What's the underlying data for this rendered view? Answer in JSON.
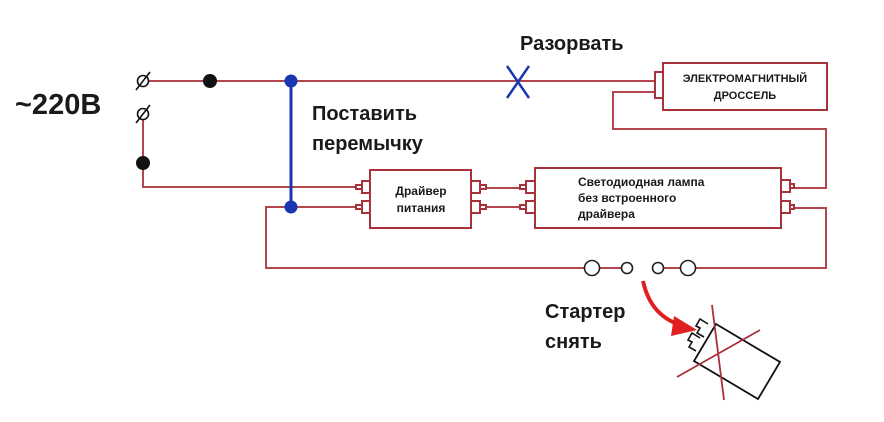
{
  "diagram": {
    "title": "LED lamp conversion wiring",
    "supply": {
      "label": "~220В"
    },
    "annotations": {
      "break": "Разорвать",
      "jumper_line1": "Поставить",
      "jumper_line2": "перемычку",
      "starter_line1": "Стартер",
      "starter_line2": "снять"
    },
    "components": {
      "choke": {
        "line1": "ЭЛЕКТРОМАГНИТНЫЙ",
        "line2": "ДРОССЕЛЬ"
      },
      "driver": {
        "line1": "Драйвер",
        "line2": "питания"
      },
      "lamp": {
        "line1": "Светодиодная лампа",
        "line2": "без встроенного",
        "line3": "драйвера"
      }
    },
    "colors": {
      "wire": "#b4454d",
      "jumper": "#1a36b0",
      "break_mark": "#1a36b0",
      "arrow": "#e02020",
      "cross_out": "#a8323c",
      "terminal": "#111111"
    }
  }
}
